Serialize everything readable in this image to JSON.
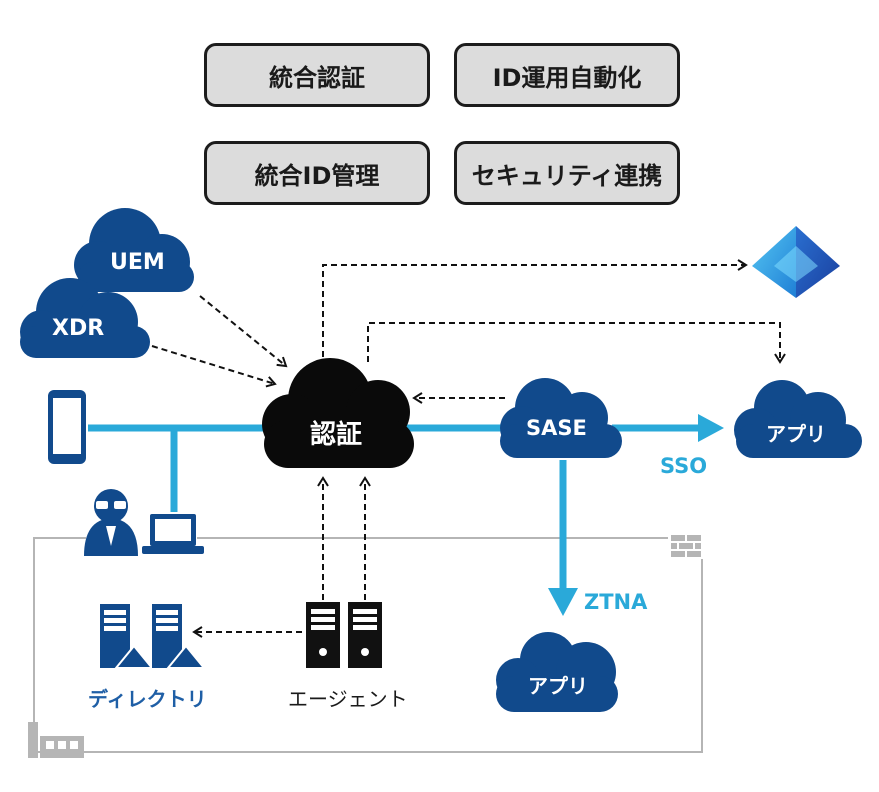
{
  "features": [
    {
      "label": "統合認証"
    },
    {
      "label": "ID運用自動化"
    },
    {
      "label": "統合ID管理"
    },
    {
      "label": "セキュリティ連携"
    }
  ],
  "clouds": {
    "uem": "UEM",
    "xdr": "XDR",
    "auth": "認証",
    "sase": "SASE",
    "app_top": "アプリ",
    "app_bottom": "アプリ"
  },
  "labels": {
    "sso": "SSO",
    "ztna": "ZTNA",
    "directory": "ディレクトリ",
    "agent": "エージェント"
  },
  "icons": [
    "smartphone-icon",
    "user-icon",
    "laptop-icon",
    "server-icon",
    "directory-server-icon",
    "firewall-icon",
    "building-icon",
    "identity-diamond-icon"
  ],
  "colors": {
    "cloud_blue": "#114a8c",
    "line_cyan": "#2aa9d9",
    "auth_black": "#0a0a0a",
    "box_gray": "#dcdcdc",
    "sso_ztna_text": "#2aa9d9",
    "directory_text": "#1f5fa6"
  }
}
